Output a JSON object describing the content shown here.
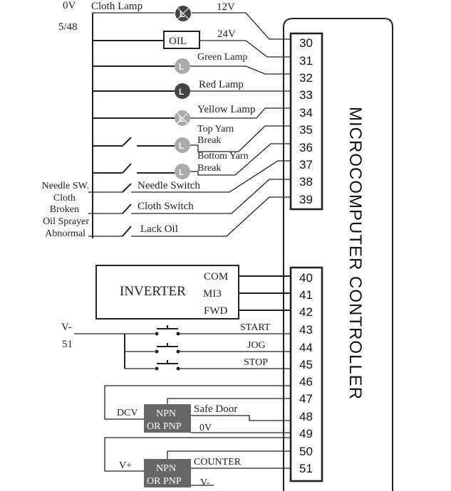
{
  "controller": {
    "title": "MICROCOMPUTER CONTROLLER",
    "pins_top": [
      "30",
      "31",
      "32",
      "33",
      "34",
      "35",
      "36",
      "37",
      "38",
      "39"
    ],
    "pins_bottom": [
      "40",
      "41",
      "42",
      "43",
      "44",
      "45",
      "46",
      "47",
      "48",
      "49",
      "50",
      "51"
    ]
  },
  "rails": {
    "zero_v": "0V",
    "wire_code": "5/48",
    "v_minus": "V-",
    "v_minus_code": "51"
  },
  "top_wires": {
    "cloth_lamp": "Cloth Lamp",
    "v12": "12V",
    "v24": "24V",
    "oil": "OIL",
    "green_lamp": "Green Lamp",
    "red_lamp": "Red Lamp",
    "yellow_lamp": "Yellow Lamp",
    "top_yarn": "Top Yarn",
    "bottom_yarn": "Bottom Yarn",
    "break_label": "Break",
    "needle_switch": "Needle Switch",
    "cloth_switch": "Cloth Switch",
    "lack_oil": "Lack Oil"
  },
  "lamp_symbol": "L",
  "lamp_colors": {
    "dark": "#444444",
    "light": "#aaaaaa"
  },
  "side_labels": [
    "Needle SW.",
    "Cloth",
    "Broken",
    "Oil Sprayer",
    "Abnormal"
  ],
  "inverter": {
    "title": "INVERTER",
    "com": "COM",
    "mi3": "MI3",
    "fwd": "FWD"
  },
  "buttons": {
    "start": "START",
    "jog": "JOG",
    "stop": "STOP"
  },
  "sensor1": {
    "box_line1": "NPN",
    "box_line2": "OR PNP",
    "power": "DCV",
    "signal": "Safe Door",
    "ground": "0V"
  },
  "sensor2": {
    "box_line1": "NPN",
    "box_line2": "OR PNP",
    "power": "V+",
    "signal": "COUNTER",
    "ground": "V-"
  },
  "sensor_box_color": "#666666"
}
